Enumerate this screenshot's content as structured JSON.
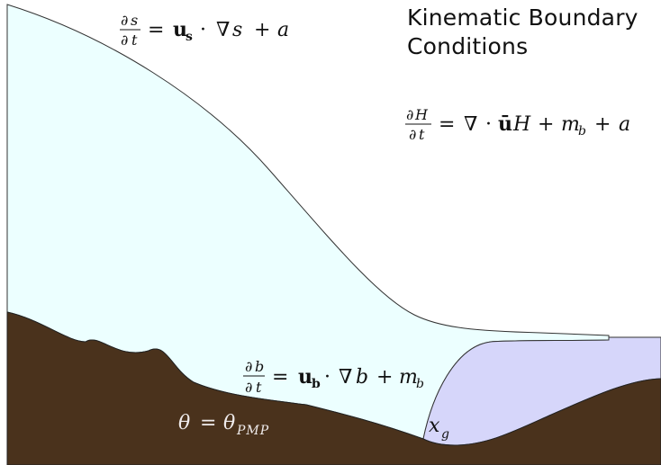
{
  "title_line1": "Kinematic Boundary",
  "title_line2": "Conditions",
  "colors": {
    "ice": "#ecffff",
    "ocean": "#d6d6fa",
    "bedrock": "#4a321c",
    "outline": "#333333",
    "label_light": "#f0ecec"
  },
  "equations": {
    "surface": {
      "num_d": "∂",
      "num_v": "s",
      "den_d": "∂",
      "den_v": "t",
      "rhs_eq": "=",
      "rhs_u": "u",
      "rhs_sub": "s",
      "rhs_dot": "·",
      "rhs_nabla": "∇",
      "rhs_var": "s",
      "rhs_plus": "+",
      "rhs_a": "a"
    },
    "thickness": {
      "num_d": "∂",
      "num_v": "H",
      "den_d": "∂",
      "den_v": "t",
      "rhs_eq": "=",
      "rhs_nabla": "∇",
      "rhs_dot": "·",
      "rhs_ubar": "ū",
      "rhs_H": "H",
      "rhs_plus1": "+",
      "rhs_m": "m",
      "rhs_msub": "b",
      "rhs_plus2": "+",
      "rhs_a": "a"
    },
    "bed": {
      "num_d": "∂",
      "num_v": "b",
      "den_d": "∂",
      "den_v": "t",
      "rhs_eq": "=",
      "rhs_u": "u",
      "rhs_sub": "b",
      "rhs_dot": "·",
      "rhs_nabla": "∇",
      "rhs_var": "b",
      "rhs_plus": "+",
      "rhs_m": "m",
      "rhs_msub": "b"
    },
    "temperature": {
      "theta": "θ",
      "eq": "=",
      "theta2": "θ",
      "sub": "PMP"
    },
    "grounding_line": {
      "x": "x",
      "sub": "g"
    }
  }
}
